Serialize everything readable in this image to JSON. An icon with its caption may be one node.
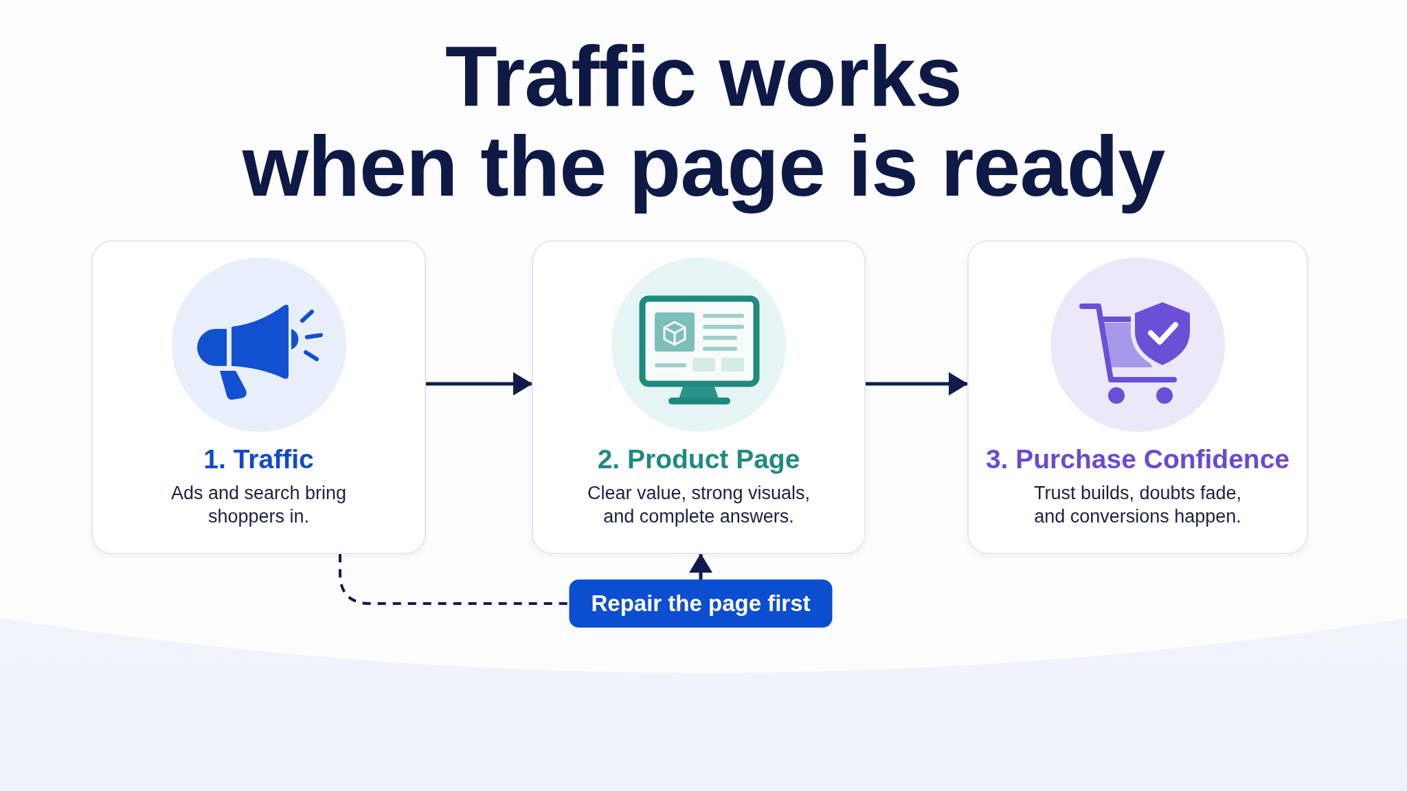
{
  "diagram": {
    "title": "Traffic works when the page is ready",
    "nodes": [
      {
        "text": [
          "1. Traffic",
          "Ads and search bring shoppers in."
        ]
      },
      {
        "text": [
          "2. Product Page",
          "Clear value, strong visuals, and complete answers."
        ]
      },
      {
        "text": [
          "3. Purchase Confidence",
          "Trust builds, doubts fade, and conversions happen."
        ]
      },
      {
        "text": [
          "Repair the page first"
        ]
      }
    ],
    "edges": [
      {
        "from": 0,
        "to": 1,
        "arrow": "to"
      },
      {
        "from": 1,
        "to": 2,
        "arrow": "to"
      },
      {
        "from": 3,
        "to": 1,
        "arrow": "to"
      },
      {
        "from": 0,
        "to": 3,
        "arrow": "none",
        "style": "dashed"
      }
    ]
  }
}
